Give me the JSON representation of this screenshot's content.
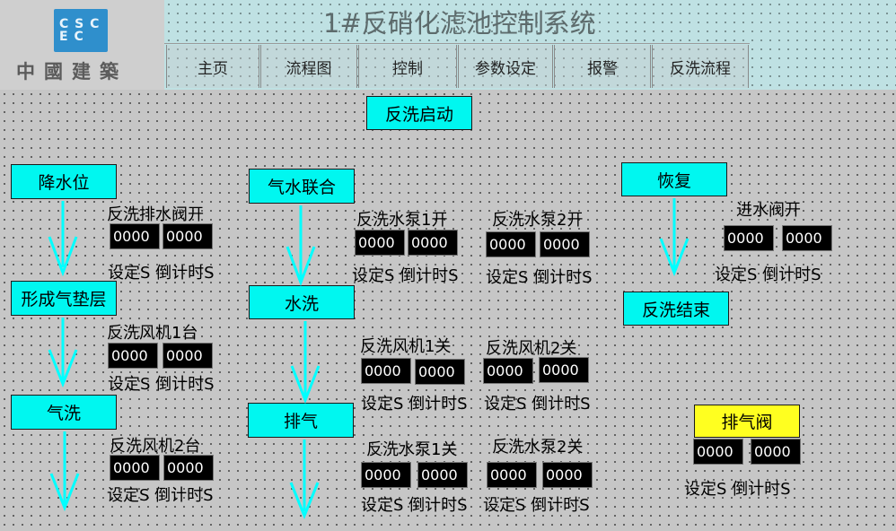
{
  "app": {
    "title": "1#反硝化滤池控制系统"
  },
  "logo": {
    "mark": "C S C E C",
    "name": "中國建築"
  },
  "nav": [
    "主页",
    "流程图",
    "控制",
    "参数设定",
    "报警",
    "反洗流程"
  ],
  "start_button": "反洗启动",
  "steps": {
    "lower_water": "降水位",
    "air_cushion": "形成气垫层",
    "air_wash": "气洗",
    "air_water": "气水联合",
    "water_wash": "水洗",
    "exhaust": "排气",
    "recover": "恢复",
    "end": "反洗结束",
    "exhaust_valve": "排气阀"
  },
  "unit_label": "设定S 倒计时S",
  "timers": {
    "drain_valve": {
      "title": "反洗排水阀开",
      "set": "0000",
      "countdown": "0000"
    },
    "fan1": {
      "title": "反洗风机1台",
      "set": "0000",
      "countdown": "0000"
    },
    "fan2": {
      "title": "反洗风机2台",
      "set": "0000",
      "countdown": "0000"
    },
    "pump1_on": {
      "title": "反洗水泵1开",
      "set": "0000",
      "countdown": "0000"
    },
    "pump2_on": {
      "title": "反洗水泵2开",
      "set": "0000",
      "countdown": "0000"
    },
    "fan1_off": {
      "title": "反洗风机1关",
      "set": "0000",
      "countdown": "0000"
    },
    "fan2_off": {
      "title": "反洗风机2关",
      "set": "0000",
      "countdown": "0000"
    },
    "pump1_off": {
      "title": "反洗水泵1关",
      "set": "0000",
      "countdown": "0000"
    },
    "pump2_off": {
      "title": "反洗水泵2关",
      "set": "0000",
      "countdown": "0000"
    },
    "inlet_valve": {
      "title": "进水阀开",
      "set": "0000",
      "countdown": "0000"
    },
    "exhaust_valve": {
      "set": "0000",
      "countdown": "0000"
    }
  },
  "colors": {
    "step": "#00f7f0",
    "arrow": "#00ffff",
    "highlight": "#ffff20",
    "header": "#bfe1e3"
  }
}
